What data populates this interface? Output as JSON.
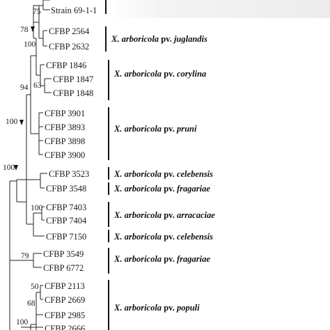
{
  "leaves": {
    "l0": "Strain 69-1-1",
    "l1": "CFBP 2564",
    "l2": "CFBP 2632",
    "l3": "CFBP 1846",
    "l4": "CFBP 1847",
    "l5": "CFBP 1848",
    "l6": "CFBP 3901",
    "l7": "CFBP 3893",
    "l8": "CFBP 3898",
    "l9": "CFBP 3900",
    "l10": "CFBP 3523",
    "l11": "CFBP 3548",
    "l12": "CFBP 7403",
    "l13": "CFBP 7404",
    "l14": "CFBP 7150",
    "l15": "CFBP 3549",
    "l16": "CFBP 6772",
    "l17": "CFBP 2113",
    "l18": "CFBP 2669",
    "l19": "CFBP 2985",
    "l20": "CFBP 2666"
  },
  "bootstrap": {
    "b75": "75",
    "b78": "78",
    "b100a": "100",
    "b63": "63",
    "b94": "94",
    "b100b": "100",
    "b100c": "100",
    "b100d": "100",
    "b79": "79",
    "b50": "50",
    "b68": "68",
    "b100e": "100"
  },
  "groups": {
    "species": "X. arboricola",
    "prefix": "pv.",
    "juglandis": "juglandis",
    "corylina": "corylina",
    "pruni": "pruni",
    "celebensis": "celebensis",
    "fragariae": "fragariae",
    "arracaciae": "arracaciae",
    "populi": "populi"
  }
}
